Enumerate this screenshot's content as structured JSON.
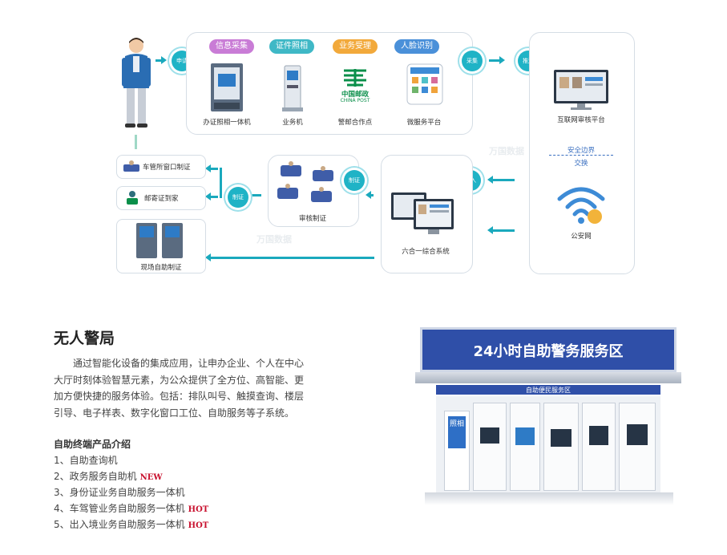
{
  "diagram": {
    "tags": [
      {
        "label": "信息采集",
        "color": "#c97cd6"
      },
      {
        "label": "证件照相",
        "color": "#3fb8c6"
      },
      {
        "label": "业务受理",
        "color": "#f2a93b"
      },
      {
        "label": "人脸识别",
        "color": "#4a90d9"
      }
    ],
    "devices": {
      "photo_kiosk": "办证照相一体机",
      "business_machine": "业务机",
      "post_partner": "警邮合作点",
      "micro_platform": "微服务平台",
      "internet_platform": "互联网审核平台",
      "public_network": "公安网",
      "review_print": "审核制证",
      "six_in_one": "六合一综合系统",
      "onsite": "现场自助制证",
      "window_card": "车管所窗口制证",
      "mail_card": "邮寄证到家"
    },
    "nodes": {
      "apply": "申请",
      "collect": "采集",
      "push": "推送",
      "write_in": "写入",
      "make": "制证",
      "card": "制证"
    },
    "post_logo": {
      "cn": "中国邮政",
      "en": "CHINA POST"
    },
    "security": {
      "line1": "安全边界",
      "line2": "交换"
    },
    "watermark": "万国数据"
  },
  "article": {
    "title": "无人警局",
    "paragraph": "通过智能化设备的集成应用，让申办企业、个人在中心大厅时刻体验智慧元素，为公众提供了全方位、高智能、更加方便快捷的服务体验。包括：排队叫号、触摸查询、楼层引导、电子样表、数字化窗口工位、自助服务等子系统。",
    "list_title": "自助终端产品介绍",
    "items": [
      {
        "text": "1、自助查询机",
        "badge": ""
      },
      {
        "text": "2、政务服务自助机",
        "badge": "NEW"
      },
      {
        "text": "3、身份证业务自助服务一体机",
        "badge": ""
      },
      {
        "text": "4、车驾管业务自助服务一体机",
        "badge": "HOT"
      },
      {
        "text": "5、出入境业务自助服务一体机",
        "badge": "HOT"
      }
    ]
  },
  "kiosk_photo": {
    "banner": "24小时自助警务服务区",
    "subbanner": "自助便民服务区",
    "side_sign": "照相"
  }
}
